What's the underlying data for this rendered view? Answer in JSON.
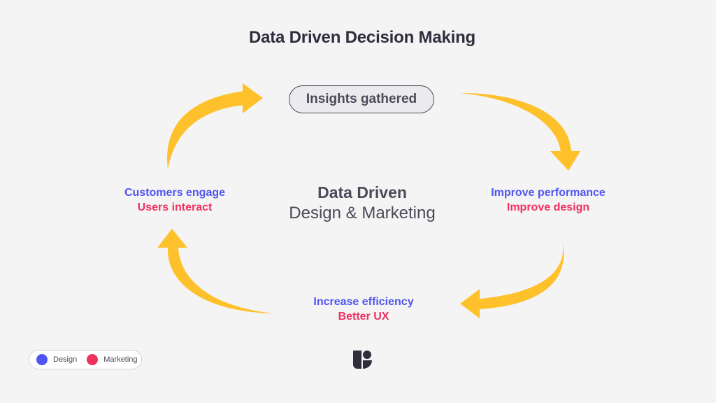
{
  "title": "Data Driven Decision Making",
  "center": {
    "line1": "Data Driven",
    "line2": "Design & Marketing"
  },
  "cycle": {
    "top": {
      "label": "Insights gathered"
    },
    "right": {
      "design": "Improve performance",
      "marketing": "Improve design"
    },
    "bottom": {
      "design": "Increase efficiency",
      "marketing": "Better UX"
    },
    "left": {
      "design": "Customers engage",
      "marketing": "Users interact"
    }
  },
  "legend": {
    "items": [
      {
        "label": "Design",
        "color": "#5055f2"
      },
      {
        "label": "Marketing",
        "color": "#f0325f"
      }
    ]
  },
  "colors": {
    "arrow": "#ffc12b",
    "design": "#5055f2",
    "marketing": "#f0325f",
    "text": "#2e2e3c",
    "background": "#f4f4f4"
  },
  "logo": {
    "icon": "brand-logo-icon"
  }
}
